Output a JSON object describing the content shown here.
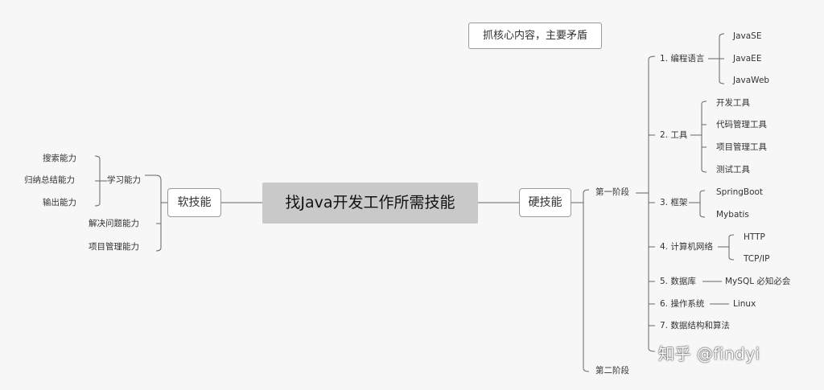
{
  "mindmap": {
    "center": "找Java开发工作所需技能",
    "note": "抓核心内容，主要矛盾",
    "soft": {
      "label": "软技能",
      "learning": {
        "label": "学习能力",
        "items": [
          "搜索能力",
          "归纳总结能力",
          "输出能力"
        ]
      },
      "problem_solving": "解决问题能力",
      "project_management": "项目管理能力"
    },
    "hard": {
      "label": "硬技能",
      "stage1": {
        "label": "第一阶段",
        "topics": [
          {
            "label": "1. 编程语言",
            "items": [
              "JavaSE",
              "JavaEE",
              "JavaWeb"
            ]
          },
          {
            "label": "2. 工具",
            "items": [
              "开发工具",
              "代码管理工具",
              "项目管理工具",
              "测试工具"
            ]
          },
          {
            "label": "3. 框架",
            "items": [
              "SpringBoot",
              "Mybatis"
            ]
          },
          {
            "label": "4. 计算机网络",
            "items": [
              "HTTP",
              "TCP/IP"
            ]
          },
          {
            "label": "5. 数据库",
            "items": [
              "MySQL 必知必会"
            ]
          },
          {
            "label": "6. 操作系统",
            "items": [
              "Linux"
            ]
          },
          {
            "label": "7. 数据结构和算法",
            "items": []
          }
        ]
      },
      "stage2": {
        "label": "第二阶段"
      }
    }
  },
  "watermark": "知乎 @findyi"
}
